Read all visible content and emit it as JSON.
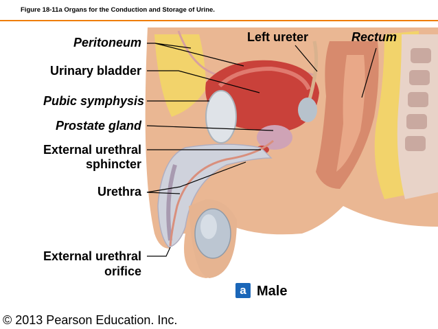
{
  "caption": "Figure 18-11a  Organs for the Conduction and Storage of Urine.",
  "labels": {
    "peritoneum": "Peritoneum",
    "urinary_bladder": "Urinary bladder",
    "pubic_symphysis": "Pubic symphysis",
    "prostate_gland": "Prostate gland",
    "ext_urethral_sphincter_1": "External urethral",
    "ext_urethral_sphincter_2": "sphincter",
    "urethra": "Urethra",
    "ext_urethral_orifice_1": "External urethral",
    "ext_urethral_orifice_2": "orifice",
    "left_ureter": "Left ureter",
    "rectum": "Rectum"
  },
  "panel": {
    "letter": "a",
    "title": "Male"
  },
  "copyright": "© 2013 Pearson Education. Inc.",
  "colors": {
    "accent": "#ef7d00",
    "badge": "#1a66b8",
    "bladder": "#c9413a",
    "skin": "#e9b895",
    "fat": "#f2d36b"
  }
}
